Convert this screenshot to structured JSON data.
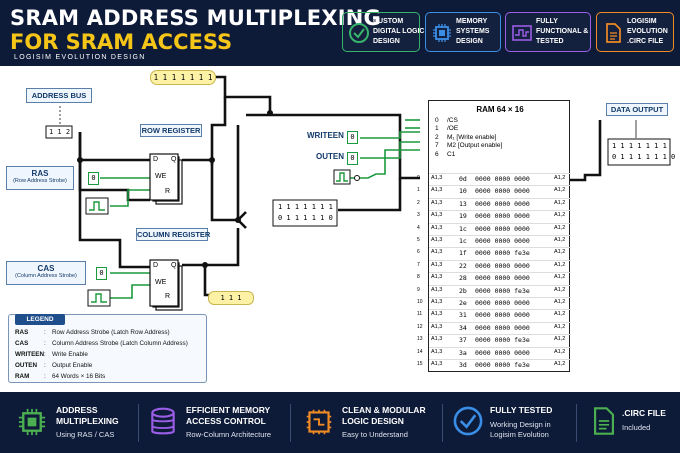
{
  "header": {
    "title_line1": "SRAM ADDRESS MULTIPLEXING",
    "title_line2": "FOR SRAM ACCESS",
    "subtitle": "LOGISIM EVOLUTION DESIGN",
    "badges": [
      {
        "text": "CUSTOM DIGITAL LOGIC DESIGN",
        "icon": "check-circle-icon",
        "color": "#38b46a"
      },
      {
        "text": "MEMORY SYSTEMS DESIGN",
        "icon": "chip-icon",
        "color": "#3a8ee6"
      },
      {
        "text": "FULLY FUNCTIONAL & TESTED",
        "icon": "waveform-icon",
        "color": "#9b5de5"
      },
      {
        "text": "LOGISIM EVOLUTION .CIRC FILE",
        "icon": "document-icon",
        "color": "#f08a24"
      }
    ]
  },
  "diagram": {
    "address_bus_label": "ADDRESS BUS",
    "address_bus_value": "1 1 2",
    "top_bus_value": "1 1 1 1 1 1 1",
    "row_register_label": "ROW REGISTER",
    "column_register_label": "COLUMN REGISTER",
    "ras_label": "RAS",
    "ras_desc": "(Row Address Strobe)",
    "ras_value": "0",
    "cas_label": "CAS",
    "cas_desc": "(Column Address Strobe)",
    "cas_value": "0",
    "writeen_label": "WRITEEN",
    "writeen_value": "0",
    "outen_label": "OUTEN",
    "outen_value": "0",
    "reg_pins": {
      "d": "D",
      "q": "Q",
      "we": "WE",
      "r": "R"
    },
    "col_out_value": "1 1 1",
    "splitter_value_1": "1 1 1 1 1 1 1",
    "splitter_value_2": "0 1 1 1 1 1 0",
    "data_output_label": "DATA OUTPUT",
    "data_output_value_1": "1 1 1 1 1 1 1",
    "data_output_value_2": "0 1 1 1 1 1 1 0",
    "ram": {
      "title": "RAM 64 × 16",
      "pins": [
        {
          "num": "0",
          "name": "/CS"
        },
        {
          "num": "1",
          "name": "/OE"
        },
        {
          "num": "2",
          "name": "M₁ [Write enable]"
        },
        {
          "num": "7",
          "name": "M2 [Output enable]"
        },
        {
          "num": "6",
          "name": "C1"
        }
      ],
      "left_tag": "A1,3",
      "right_tag": "A1,2",
      "rows": [
        {
          "addr": "0d",
          "data": "0000 0000 0000",
          "idx": "0"
        },
        {
          "addr": "10",
          "data": "0000 0000 0000",
          "idx": "1"
        },
        {
          "addr": "13",
          "data": "0000 0000 0000",
          "idx": "2"
        },
        {
          "addr": "19",
          "data": "0000 0000 0000",
          "idx": "3"
        },
        {
          "addr": "1c",
          "data": "0000 0000 0000",
          "idx": "4"
        },
        {
          "addr": "1c",
          "data": "0000 0000 0000",
          "idx": "5"
        },
        {
          "addr": "1f",
          "data": "0000 0000 fe3e",
          "idx": "6"
        },
        {
          "addr": "22",
          "data": "0000 0000 0000",
          "idx": "7"
        },
        {
          "addr": "28",
          "data": "0000 0000 0000",
          "idx": "8"
        },
        {
          "addr": "2b",
          "data": "0000 0000 fe3e",
          "idx": "9"
        },
        {
          "addr": "2e",
          "data": "0000 0000 0000",
          "idx": "10"
        },
        {
          "addr": "31",
          "data": "0000 0000 0000",
          "idx": "11"
        },
        {
          "addr": "34",
          "data": "0000 0000 0000",
          "idx": "12"
        },
        {
          "addr": "37",
          "data": "0000 0000 fe3e",
          "idx": "13"
        },
        {
          "addr": "3a",
          "data": "0000 0000 0000",
          "idx": "14"
        },
        {
          "addr": "3d",
          "data": "0000 0000 fe3e",
          "idx": "15"
        }
      ]
    }
  },
  "legend": {
    "title": "LEGEND",
    "items": [
      {
        "key": "RAS",
        "desc": "Row Address Strobe (Latch Row Address)"
      },
      {
        "key": "CAS",
        "desc": "Column Address Strobe (Latch Column Address)"
      },
      {
        "key": "WRITEEN",
        "desc": "Write Enable"
      },
      {
        "key": "OUTEN",
        "desc": "Output Enable"
      },
      {
        "key": "RAM",
        "desc": "64 Words × 16 Bits"
      }
    ]
  },
  "footer": {
    "features": [
      {
        "title": "ADDRESS",
        "title2": "MULTIPLEXING",
        "sub": "Using RAS / CAS",
        "icon": "chip-icon",
        "color": "#4caf50"
      },
      {
        "title": "EFFICIENT MEMORY",
        "title2": "ACCESS CONTROL",
        "sub": "Row-Column Architecture",
        "icon": "database-icon",
        "color": "#9b5de5"
      },
      {
        "title": "CLEAN & MODULAR",
        "title2": "LOGIC DESIGN",
        "sub": "Easy to Understand",
        "icon": "circuit-icon",
        "color": "#f08a24"
      },
      {
        "title": "FULLY TESTED",
        "title2": "",
        "sub": "Working Design in",
        "sub2": "Logisim Evolution",
        "icon": "check-circle-icon",
        "color": "#3a8ee6"
      },
      {
        "title": ".CIRC FILE",
        "title2": "",
        "sub": "Included",
        "icon": "document-icon",
        "color": "#4caf50"
      }
    ]
  }
}
